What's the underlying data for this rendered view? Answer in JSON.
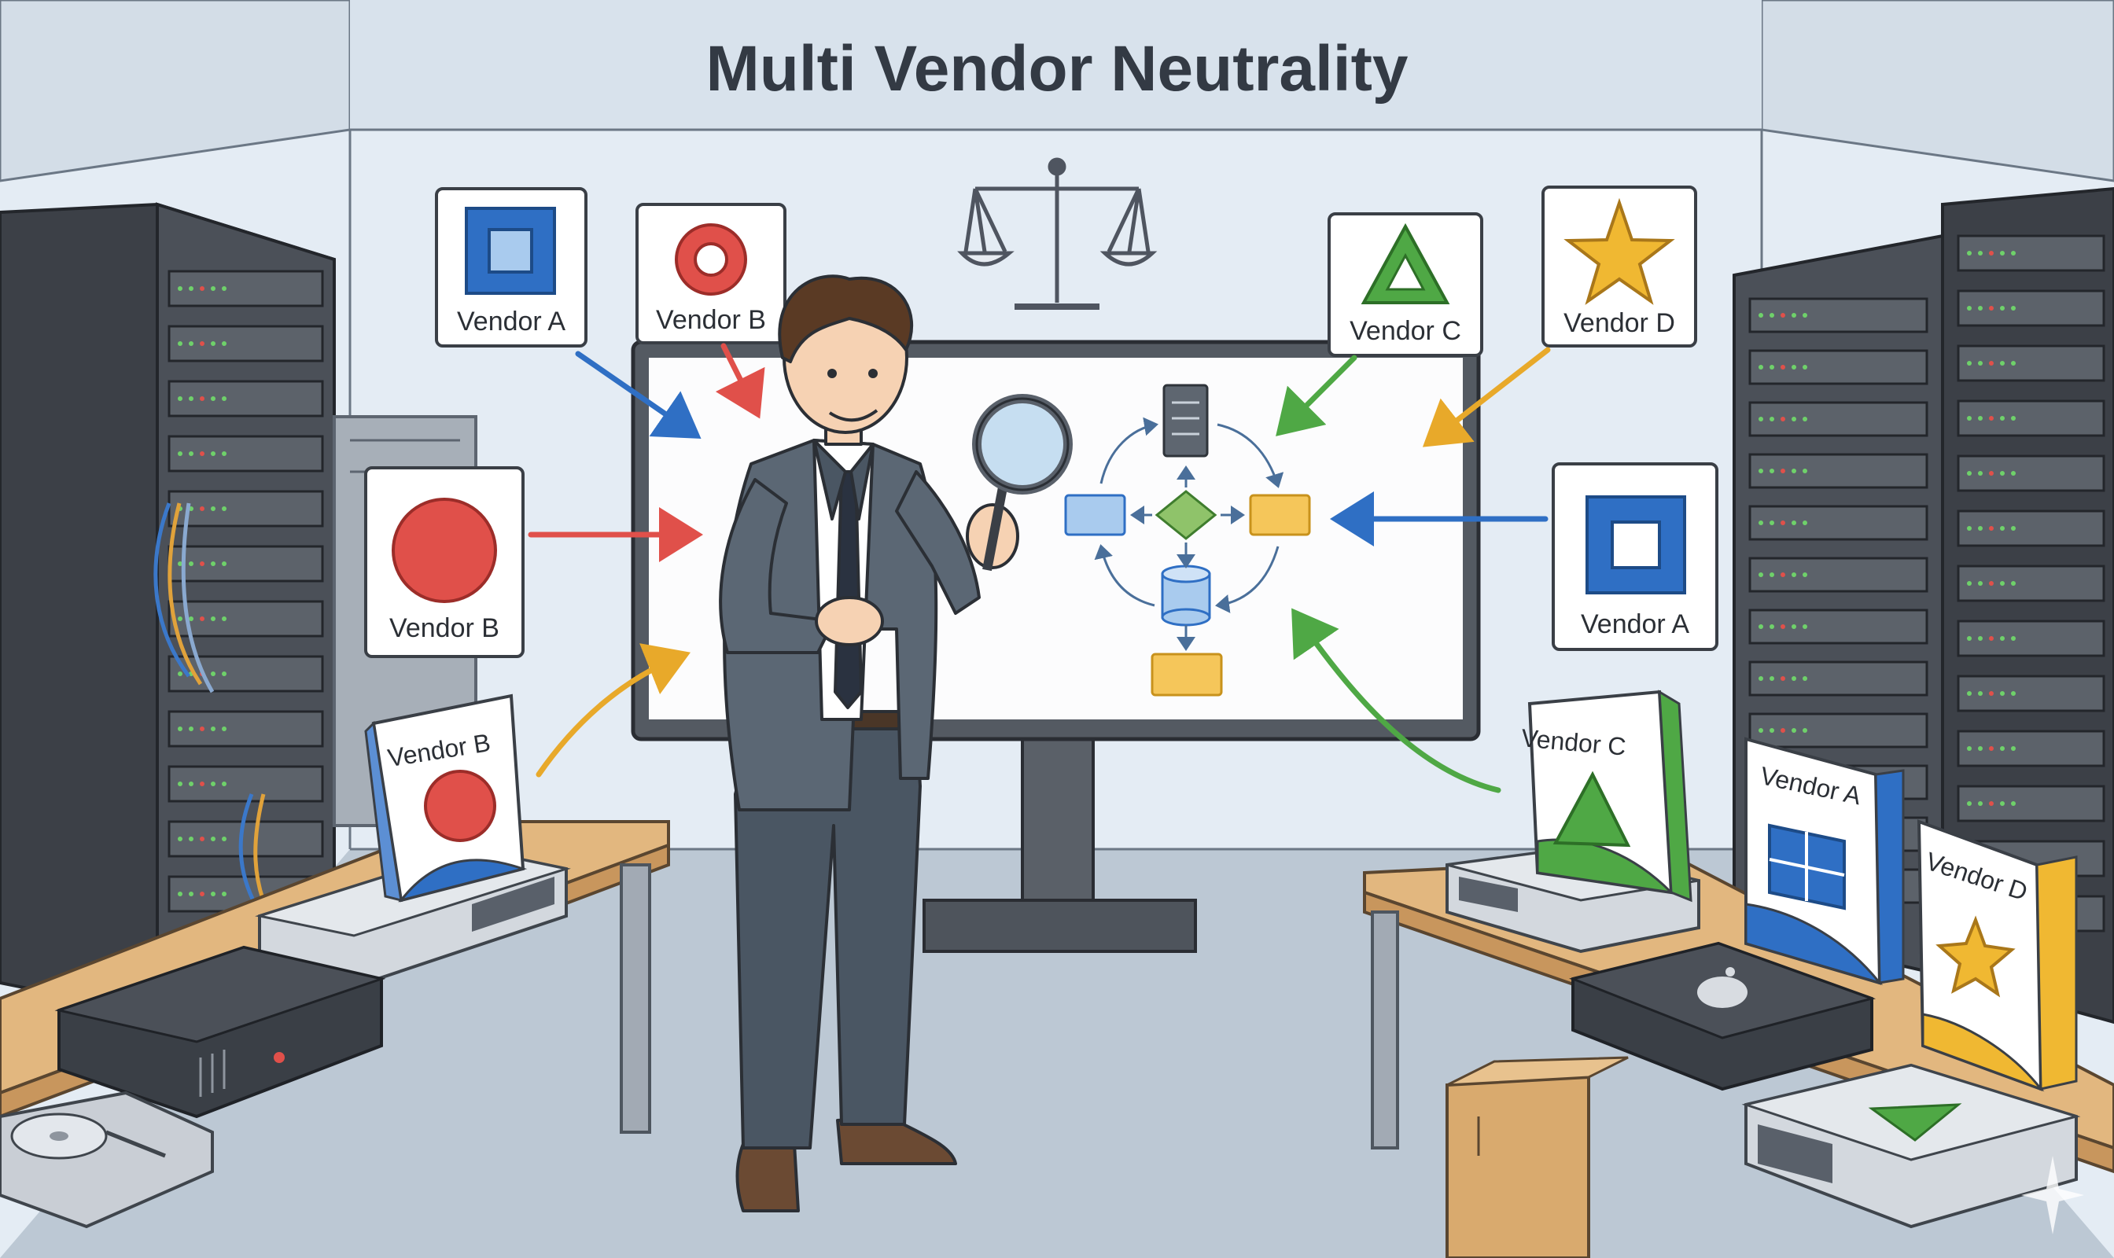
{
  "title": "Multi Vendor Neutrality",
  "vendor_cards": {
    "top_a": "Vendor A",
    "top_b": "Vendor B",
    "top_c": "Vendor C",
    "top_d": "Vendor D",
    "left_b": "Vendor B",
    "right_a": "Vendor A"
  },
  "product_boxes": {
    "left_b": "Vendor B",
    "right_c": "Vendor C",
    "right_a": "Vendor A",
    "right_d": "Vendor D"
  },
  "colors": {
    "vendor_a": "#2f6fc4",
    "vendor_b": "#e0504a",
    "vendor_c": "#4fa845",
    "vendor_d": "#f0b832",
    "suit": "#4a5663",
    "wall": "#dfe8f2",
    "floor": "#b9c6d2",
    "rack": "#3c4047",
    "desk": "#e2b77f"
  },
  "icons": {
    "scale": "balance-scale-icon",
    "magnifier": "magnifying-glass-icon",
    "vendor_a": "blue-square-icon",
    "vendor_b": "red-circle-icon",
    "vendor_c": "green-triangle-icon",
    "vendor_d": "yellow-star-icon"
  }
}
